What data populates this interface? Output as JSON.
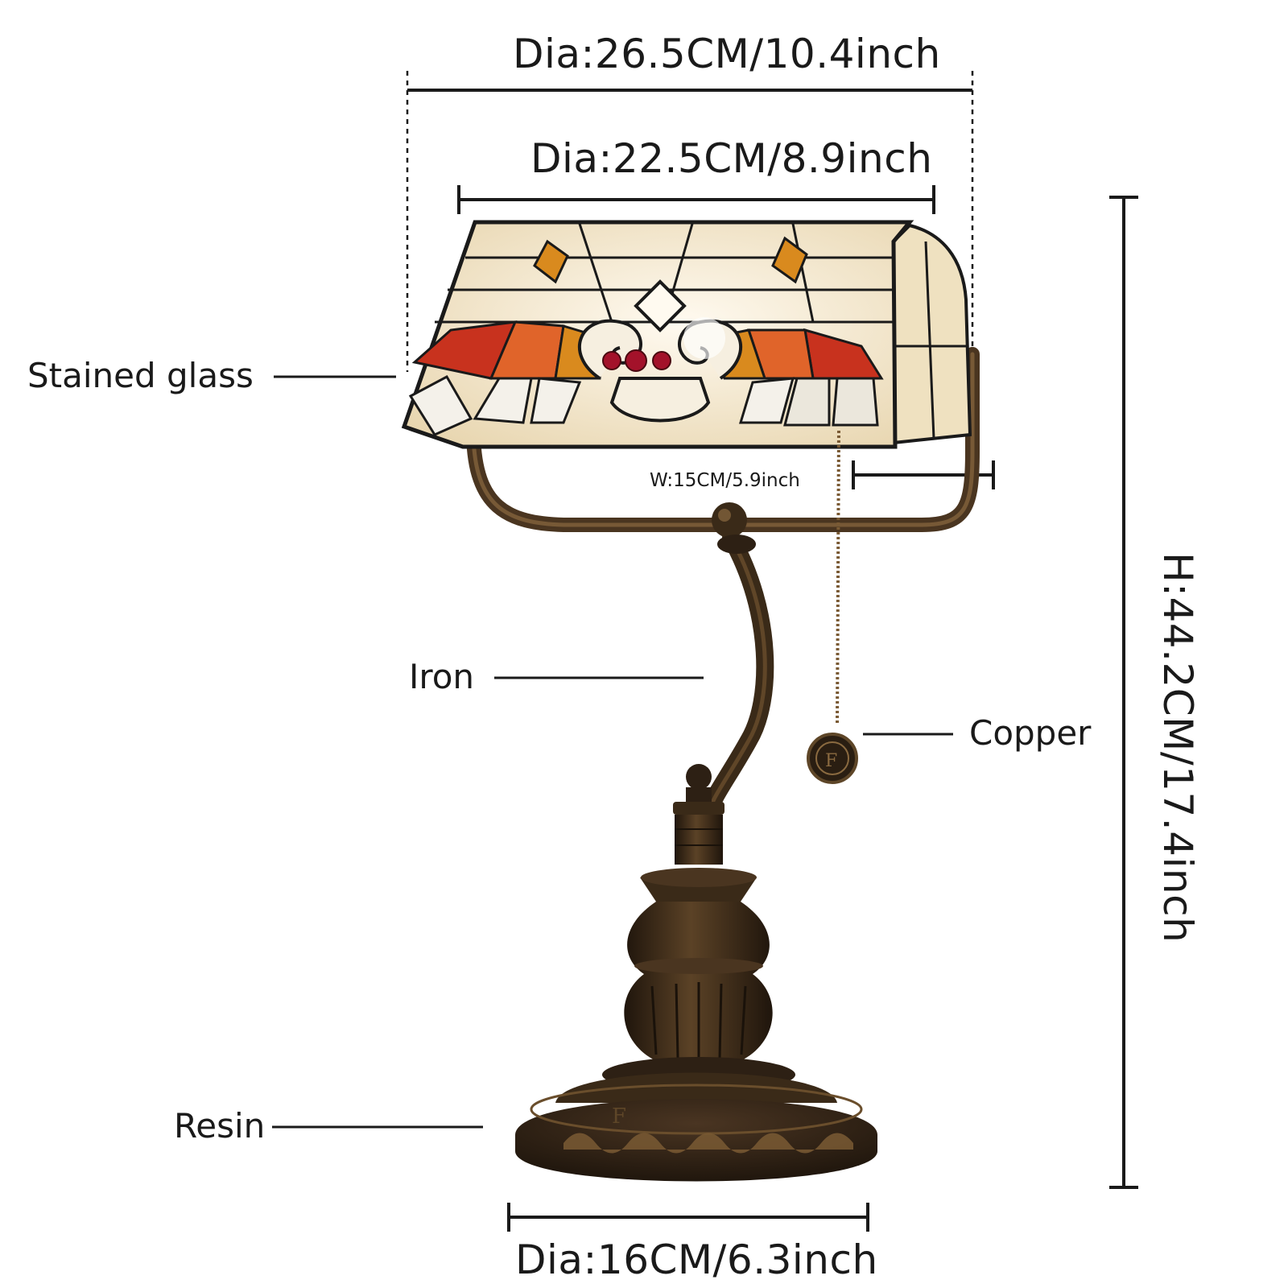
{
  "dimensions": {
    "outer_diameter": "Dia:26.5CM/10.4inch",
    "inner_diameter": "Dia:22.5CM/8.9inch",
    "shade_width": "W:15CM/5.9inch",
    "height": "H:44.2CM/17.4inch",
    "base_diameter": "Dia:16CM/6.3inch"
  },
  "materials": {
    "shade": "Stained glass",
    "arm": "Iron",
    "pull_chain": "Copper",
    "base": "Resin"
  },
  "colors": {
    "line": "#1a1a1a",
    "glass_cream": "#efe3c8",
    "glass_amber": "#d98a1e",
    "glass_red": "#c8321e",
    "jewel_red": "#a3122a",
    "bronze": "#3a2a1a",
    "bronze_highlight": "#7a5a34"
  }
}
